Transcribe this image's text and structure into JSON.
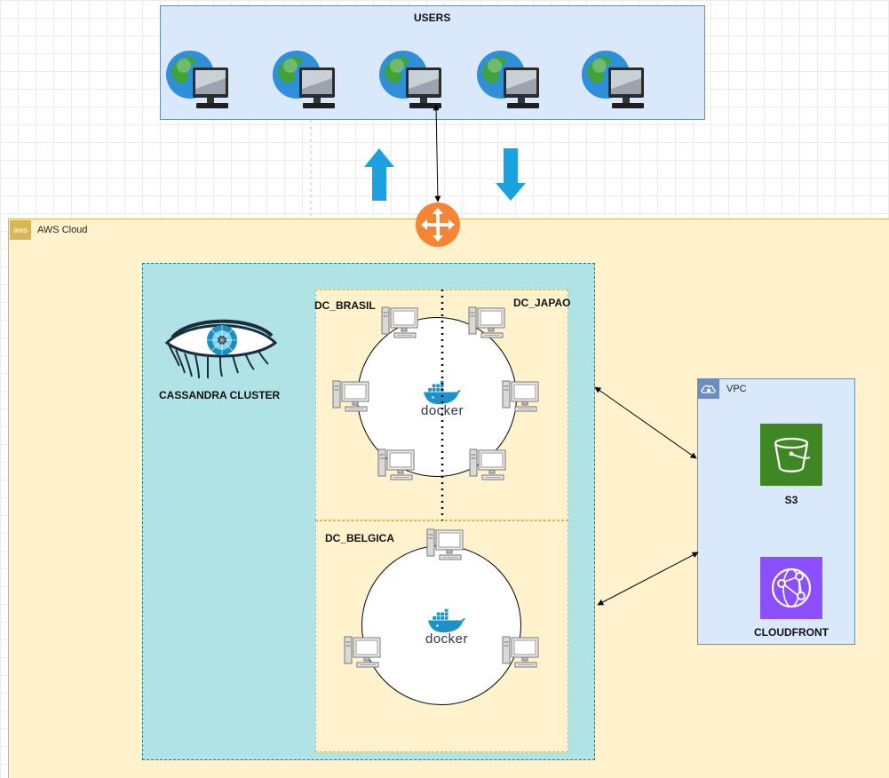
{
  "users": {
    "title": "USERS"
  },
  "aws": {
    "label": "AWS Cloud",
    "badge": "aws"
  },
  "cluster": {
    "title": "CASSANDRA CLUSTER"
  },
  "datacenters": {
    "brasil": "DC_BRASIL",
    "japao": "DC_JAPAO",
    "belgica": "DC_BELGICA",
    "docker_label": "docker"
  },
  "vpc": {
    "label": "VPC",
    "services": [
      {
        "name": "S3",
        "icon": "s3-bucket-icon",
        "color": "#3f8624"
      },
      {
        "name": "CLOUDFRONT",
        "icon": "cloudfront-icon",
        "color": "#8c4fff"
      }
    ]
  },
  "colors": {
    "users_fill": "#dae8fc",
    "aws_fill": "#fff2cc",
    "cluster_fill": "#b0e3e6",
    "traffic_arrow": "#1ba1e2",
    "router": "#f58536"
  }
}
